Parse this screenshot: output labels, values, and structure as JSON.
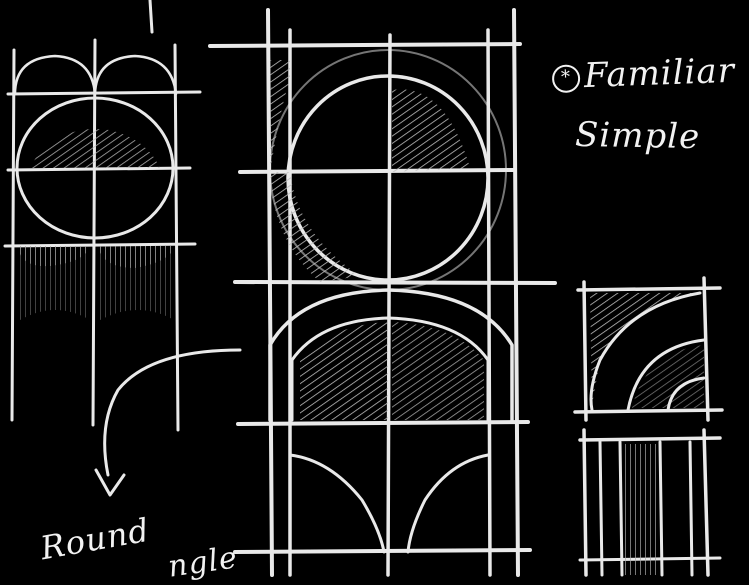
{
  "notes": {
    "bullet": "*",
    "familiar": "Familiar",
    "simple": "Simple",
    "round": "Round",
    "angle": "ngle"
  },
  "colors": {
    "background": "#000000",
    "chalk": "#e9e9e9"
  },
  "icons": [
    "star-circle-icon",
    "arrow-icon"
  ]
}
